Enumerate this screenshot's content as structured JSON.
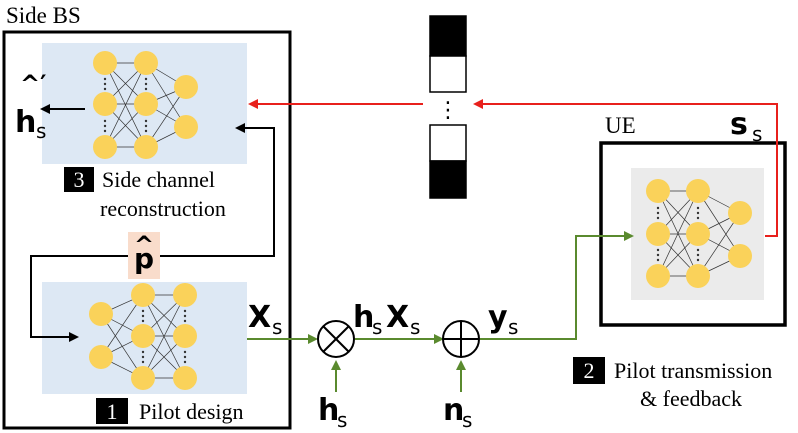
{
  "labels": {
    "side_bs": "Side BS",
    "ue": "UE",
    "step1_num": "1",
    "step1_text": "Pilot design",
    "step2_num": "2",
    "step2_line1": "Pilot transmission",
    "step2_line2": "& feedback",
    "step3_num": "3",
    "step3_line1": "Side channel",
    "step3_line2": "reconstruction",
    "x_s": "X",
    "h_s_x_s_h": "h",
    "h_s_x_s_x": "X",
    "y_s": "y",
    "h_s_bottom": "h",
    "n_s_bottom": "n",
    "s_s": "s",
    "h_s_hat": "h",
    "h_hat_prime": "^′",
    "p_hat": "p",
    "p_hat_mark": "^",
    "subscript_s": "s",
    "ellipsis": "⋮"
  },
  "colors": {
    "green": "#5a8a2e",
    "red": "#e8201c",
    "nn_bg_blue": "#dde8f4",
    "nn_bg_gray": "#ebebeb",
    "node": "#fad25a",
    "p_hat_bg": "#f9dccb"
  }
}
